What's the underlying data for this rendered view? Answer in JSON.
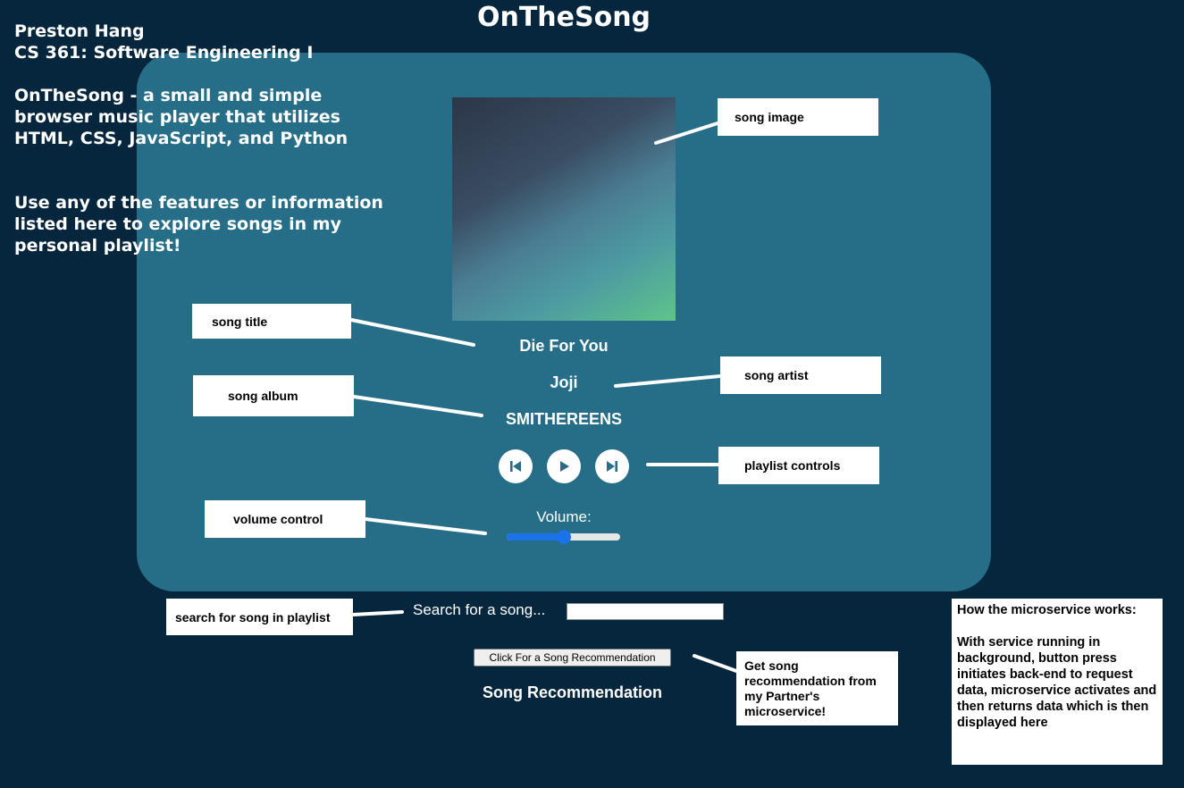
{
  "app": {
    "title": "OnTheSong"
  },
  "intro": {
    "author": "Preston Hang",
    "course": "CS 361: Software Engineering I",
    "description": "OnTheSong - a small and simple browser music player that utilizes HTML, CSS, JavaScript, and Python",
    "instructions": "Use any of the features or information listed here to explore songs in my personal playlist!"
  },
  "player": {
    "song_title": "Die For You",
    "song_artist": "Joji",
    "song_album": "SMITHEREENS",
    "controls": {
      "previous_icon": "skip-previous-icon",
      "play_icon": "play-icon",
      "next_icon": "skip-next-icon"
    },
    "volume": {
      "label": "Volume:",
      "level_percent": 50
    }
  },
  "search": {
    "label": "Search for a song...",
    "value": "",
    "placeholder": ""
  },
  "recommendation": {
    "button_label": "Click For a Song Recommendation",
    "heading": "Song Recommendation"
  },
  "annotations": {
    "song_image": "song image",
    "song_title": "song title",
    "song_artist": "song artist",
    "song_album": "song album",
    "playlist_controls": "playlist controls",
    "volume_control": "volume control",
    "search": "search for song in playlist",
    "recommendation": "Get song recommendation from my Partner's microservice!",
    "microservice_heading": "How the microservice works:",
    "microservice_body": "With service running in background, button press initiates back-end to request data, microservice activates and then returns data which is then displayed here"
  },
  "colors": {
    "page_background": "#05263c",
    "player_card": "#266e87",
    "volume_accent": "#1a73e8"
  }
}
